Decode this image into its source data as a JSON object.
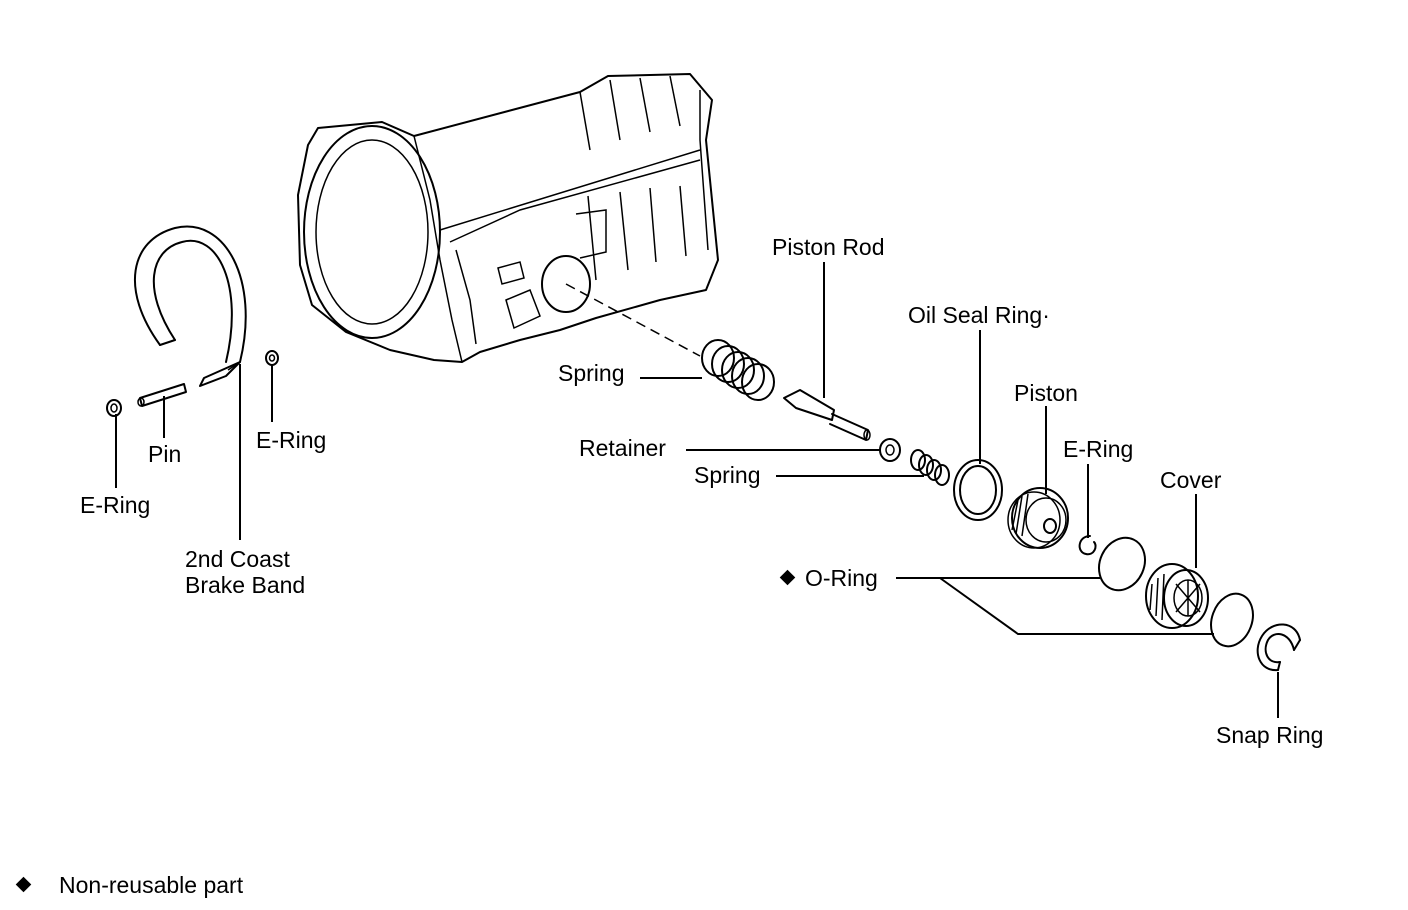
{
  "labels": {
    "piston_rod": "Piston Rod",
    "oil_seal_ring": "Oil Seal Ring·",
    "piston": "Piston",
    "e_ring_right": "E-Ring",
    "cover": "Cover",
    "spring_top": "Spring",
    "retainer": "Retainer",
    "spring_lower": "Spring",
    "o_ring": "O-Ring",
    "snap_ring": "Snap Ring",
    "pin": "Pin",
    "e_ring_left_upper": "E-Ring",
    "e_ring_left_lower": "E-Ring",
    "brake_band_line1": "2nd Coast",
    "brake_band_line2": "Brake Band"
  },
  "legend": {
    "text": "Non-reusable part"
  }
}
